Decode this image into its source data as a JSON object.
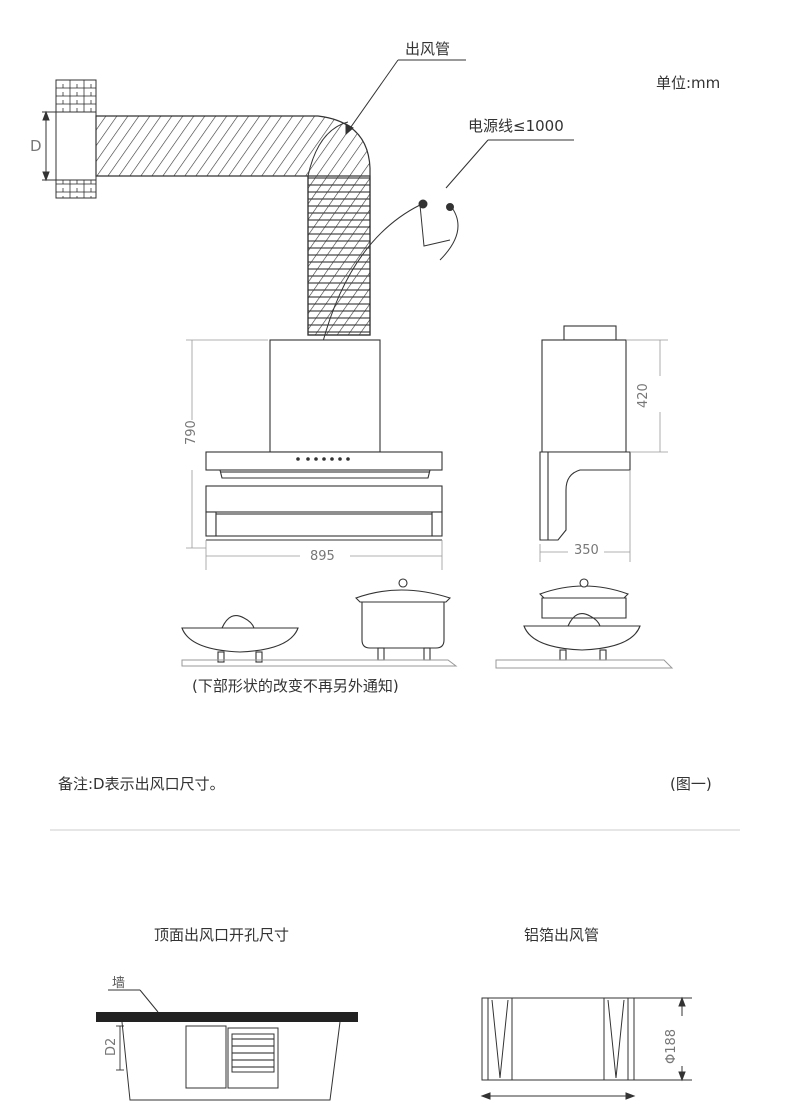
{
  "labels": {
    "duct": "出风管",
    "unit": "单位:mm",
    "power_cord": "电源线≤1000",
    "d": "D",
    "d2": "D2",
    "dim_height": "790",
    "dim_width": "895",
    "dim_side_top": "420",
    "dim_side_depth": "350",
    "shape_note": "(下部形状的改变不再另外通知)",
    "remark": "备注:D表示出风口尺寸。",
    "figure": "(图一)",
    "top_outlet_title": "顶面出风口开孔尺寸",
    "wall": "墙",
    "foil_duct_title": "铝箔出风管",
    "foil_diameter": "Φ188"
  },
  "colors": {
    "line": "#333333",
    "light_line": "#888888",
    "divider": "#e6e6e6"
  }
}
